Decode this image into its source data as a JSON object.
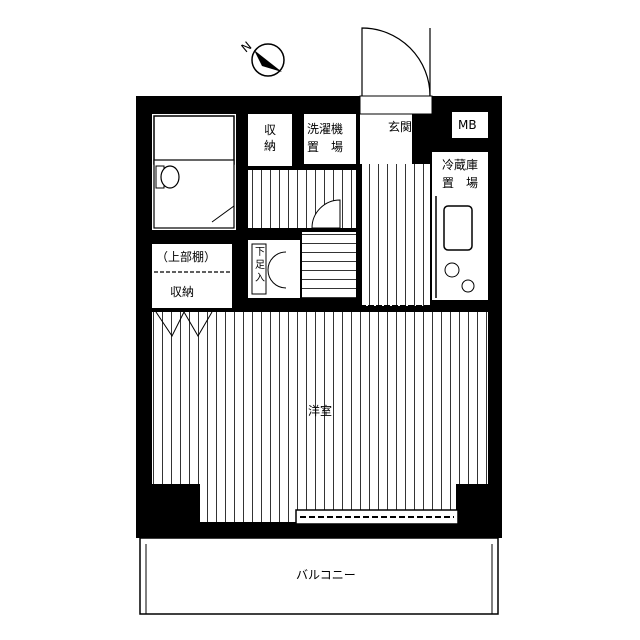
{
  "rooms": {
    "western_room": "洋室",
    "balcony": "バルコニー",
    "entrance": "玄関",
    "mb": "MB",
    "storage_top": "収納",
    "washer": "洗濯機\n置　場",
    "fridge": "冷蔵庫\n置　場",
    "upper_shelf": "（上部棚）",
    "storage_left": "収納",
    "small_storage": "下足入"
  },
  "compass": {
    "label": "N"
  }
}
